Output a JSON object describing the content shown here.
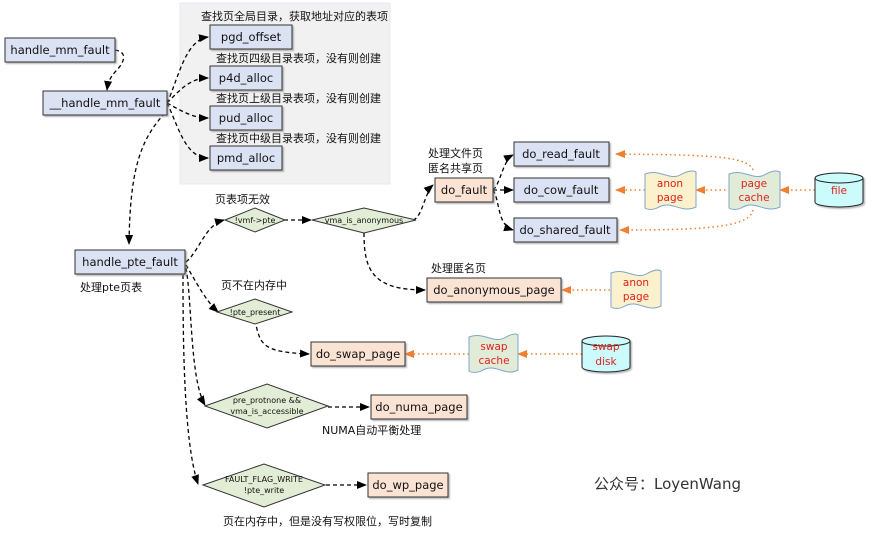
{
  "colors": {
    "blue_box": "#dbe2f4",
    "orange_box": "#fbe3d4",
    "diamond": "#e2edd6",
    "group_bg": "#f1f1f1",
    "anon_page": "#fcf1cd",
    "page_cache": "#e1ecd8",
    "cylinder": "#ccfbfb",
    "dotted_arrow": "#f08030",
    "red_text": "#e0201c"
  },
  "nodes": {
    "handle_mm_fault": "handle_mm_fault",
    "__handle_mm_fault": "__handle_mm_fault",
    "pgd_offset": "pgd_offset",
    "p4d_alloc": "p4d_alloc",
    "pud_alloc": "pud_alloc",
    "pmd_alloc": "pmd_alloc",
    "handle_pte_fault": "handle_pte_fault",
    "do_fault": "do_fault",
    "do_read_fault": "do_read_fault",
    "do_cow_fault": "do_cow_fault",
    "do_shared_fault": "do_shared_fault",
    "do_anonymous_page": "do_anonymous_page",
    "do_swap_page": "do_swap_page",
    "do_numa_page": "do_numa_page",
    "do_wp_page": "do_wp_page"
  },
  "conditions": {
    "vmf_pte": "!vmf->pte",
    "vma_is_anonymous": "vma_is_anonymous",
    "pte_present": "!pte_present",
    "protnone_line1": "pre_protnone &&",
    "protnone_line2": "vma_is_accessible",
    "fault_write_line1": "FAULT_FLAG_WRITE",
    "fault_write_line2": "!pte_write"
  },
  "sources": {
    "anon_page_1_line1": "anon",
    "anon_page_1_line2": "page",
    "page_cache_line1": "page",
    "page_cache_line2": "cache",
    "file": "file",
    "anon_page_2_line1": "anon",
    "anon_page_2_line2": "page",
    "swap_cache_line1": "swap",
    "swap_cache_line2": "cache",
    "swap_disk_line1": "swap",
    "swap_disk_line2": "disk"
  },
  "notes": {
    "pgd_note": "查找页全局目录，获取地址对应的表项",
    "p4d_note": "查找页四级目录表项，没有则创建",
    "pud_note": "查找页上级目录表项，没有则创建",
    "pmd_note": "查找页中级目录表项，没有则创建",
    "pte_note": "处理pte页表",
    "invalid_pte_note": "页表项无效",
    "file_page_line1": "处理文件页",
    "file_page_line2": "匿名共享页",
    "anon_note": "处理匿名页",
    "not_in_mem_note": "页不在内存中",
    "numa_note": "NUMA自动平衡处理",
    "wp_note": "页在内存中，但是没有写权限位，写时复制"
  },
  "watermark": "公众号：LoyenWang"
}
